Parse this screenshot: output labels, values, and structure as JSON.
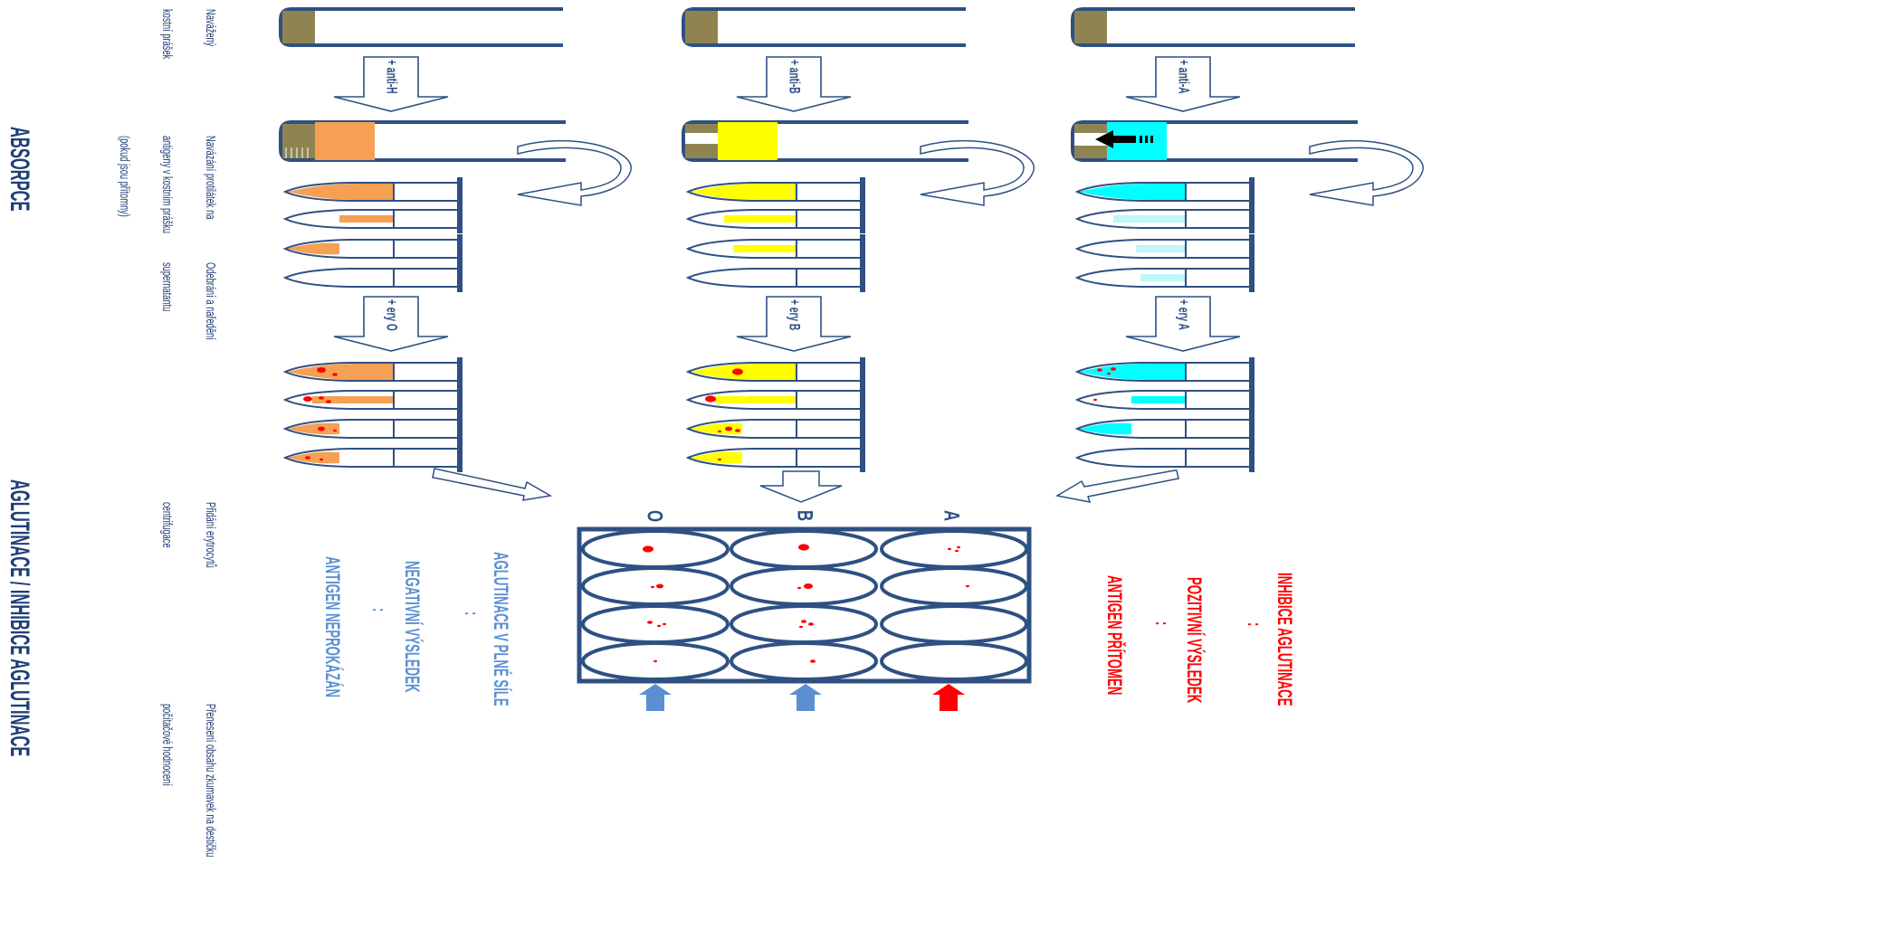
{
  "colors": {
    "navy": "#2e5083",
    "bone": "#8f8451",
    "orange": "#f5a053",
    "yellow": "#ffff00",
    "cyan": "#00ffff",
    "red": "#ff0000",
    "blue_text": "#5b8fd2",
    "red_text": "#ff0000",
    "heading": "#1f3f78"
  },
  "headings": {
    "absorpce": "ABSORPCE",
    "aglutinace": "AGLUTINACE / INHIBICE AGLUTINACE"
  },
  "step_labels": {
    "navazeni": [
      "Navážený",
      "kostní prášek"
    ],
    "navazani": [
      "Navázání protilátek na",
      "antigeny v kostním prášku",
      "(pokud jsou přítomny)"
    ],
    "odebrani": [
      "Odebrání a naředění",
      "supernatantu"
    ],
    "pridani": [
      "Přidání erytrocytů",
      "centrifugace"
    ],
    "preneseni": [
      "Přenesení obsahu zkumavek na destičku",
      "počítačové hodnocení"
    ]
  },
  "reagents": {
    "anti": [
      "+ anti-H",
      "+ anti-B",
      "+ anti-A"
    ],
    "ery": [
      "+ ery O",
      "+ ery B",
      "+ ery A"
    ]
  },
  "plate": {
    "col_labels": [
      "O",
      "B",
      "A"
    ]
  },
  "results": {
    "blue": [
      "AGLUTINACE V PLNÉ SÍLE",
      ":",
      "NEGATIVNÍ VÝSLEDEK",
      ":",
      "ANTIGEN NEPROKÁZÁN"
    ],
    "red": [
      "INHIBICE AGLUTINACE",
      ":",
      "POZITIVNÍ VÝSLEDEK",
      ":",
      "ANTIGEN PŘÍTOMEN"
    ]
  },
  "icons": [
    "tube",
    "curved-arrow",
    "down-arrow",
    "well-plate",
    "up-arrow"
  ]
}
